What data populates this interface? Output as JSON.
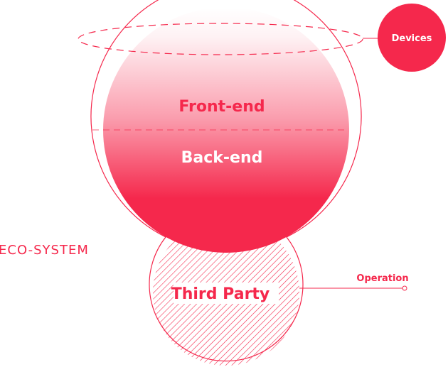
{
  "labels": {
    "devices": "Devices",
    "front_end": "Front-end",
    "back_end": "Back-end",
    "eco_system": "ECO-SYSTEM",
    "third_party": "Third Party",
    "operation": "Operation"
  },
  "colors": {
    "accent": "#f5284c",
    "label_light": "#ffffff",
    "background": "#ffffff"
  }
}
